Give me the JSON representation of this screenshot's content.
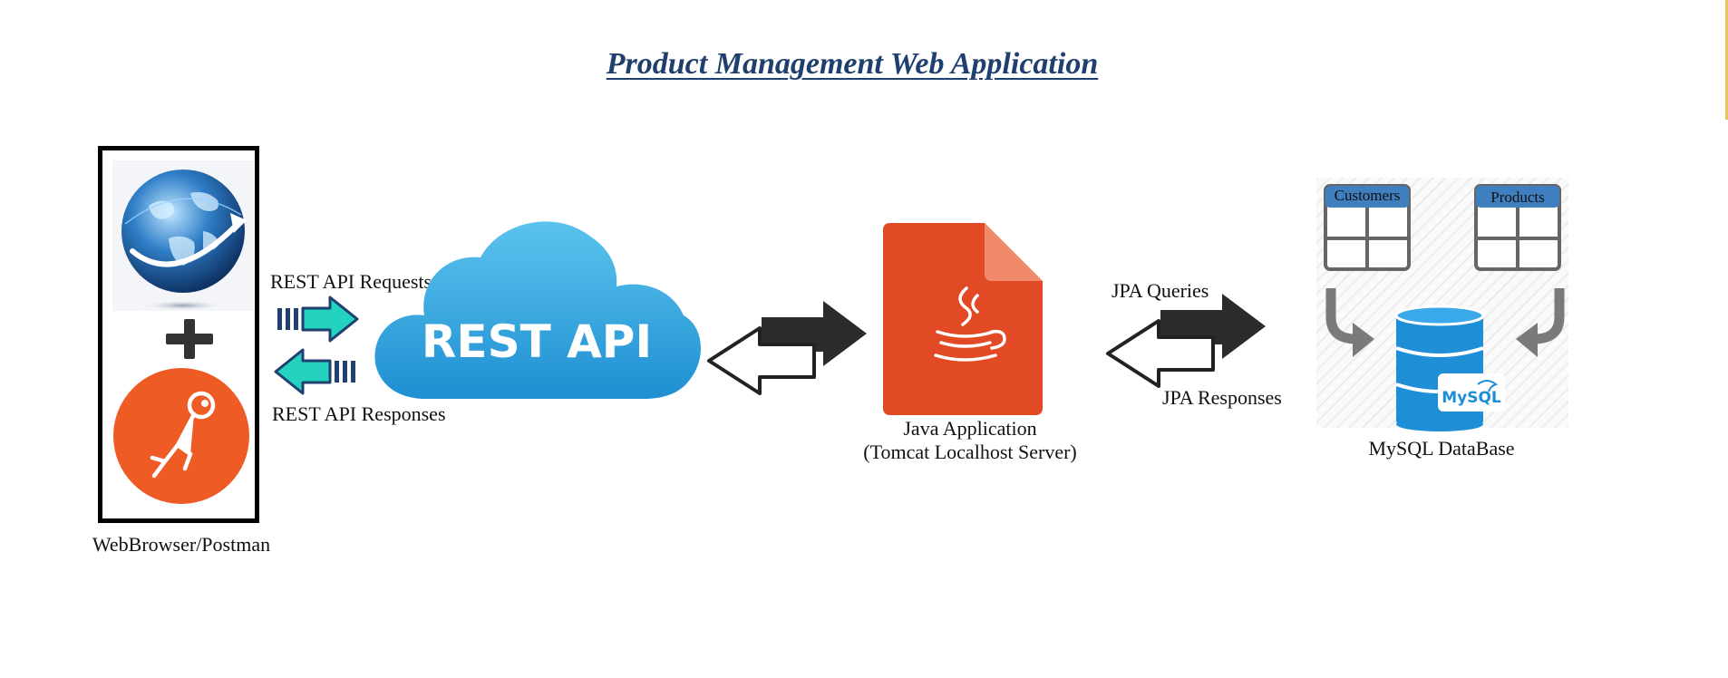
{
  "title": "Product Management Web Application",
  "colors": {
    "title": "#1f3f6e",
    "frame": "#000000",
    "cloud": "#2ea6df",
    "java": "#e24a25",
    "postman": "#ef5b25",
    "teal_arrow": "#23d3c0",
    "navy_arrow": "#1f4070",
    "dark_arrow": "#2b2b2b",
    "db_blue": "#1e8fd6",
    "table_header": "#3f7fbf",
    "accent": "#e8c45a"
  },
  "client": {
    "label": "WebBrowser/Postman",
    "globe_icon": "globe-icon",
    "plus_icon": "plus-icon",
    "postman_icon": "postman-icon"
  },
  "rest": {
    "request_label": "REST API Requests",
    "response_label": "REST API Responses",
    "cloud_text": "REST API"
  },
  "java_app": {
    "name": "Java Application",
    "server": "(Tomcat Localhost Server)",
    "icon": "java-cup-icon"
  },
  "jpa": {
    "query_label": "JPA Queries",
    "response_label": "JPA Responses"
  },
  "database": {
    "label": "MySQL DataBase",
    "tables": [
      "Customers",
      "Products"
    ],
    "logo_text": "MySQL"
  }
}
